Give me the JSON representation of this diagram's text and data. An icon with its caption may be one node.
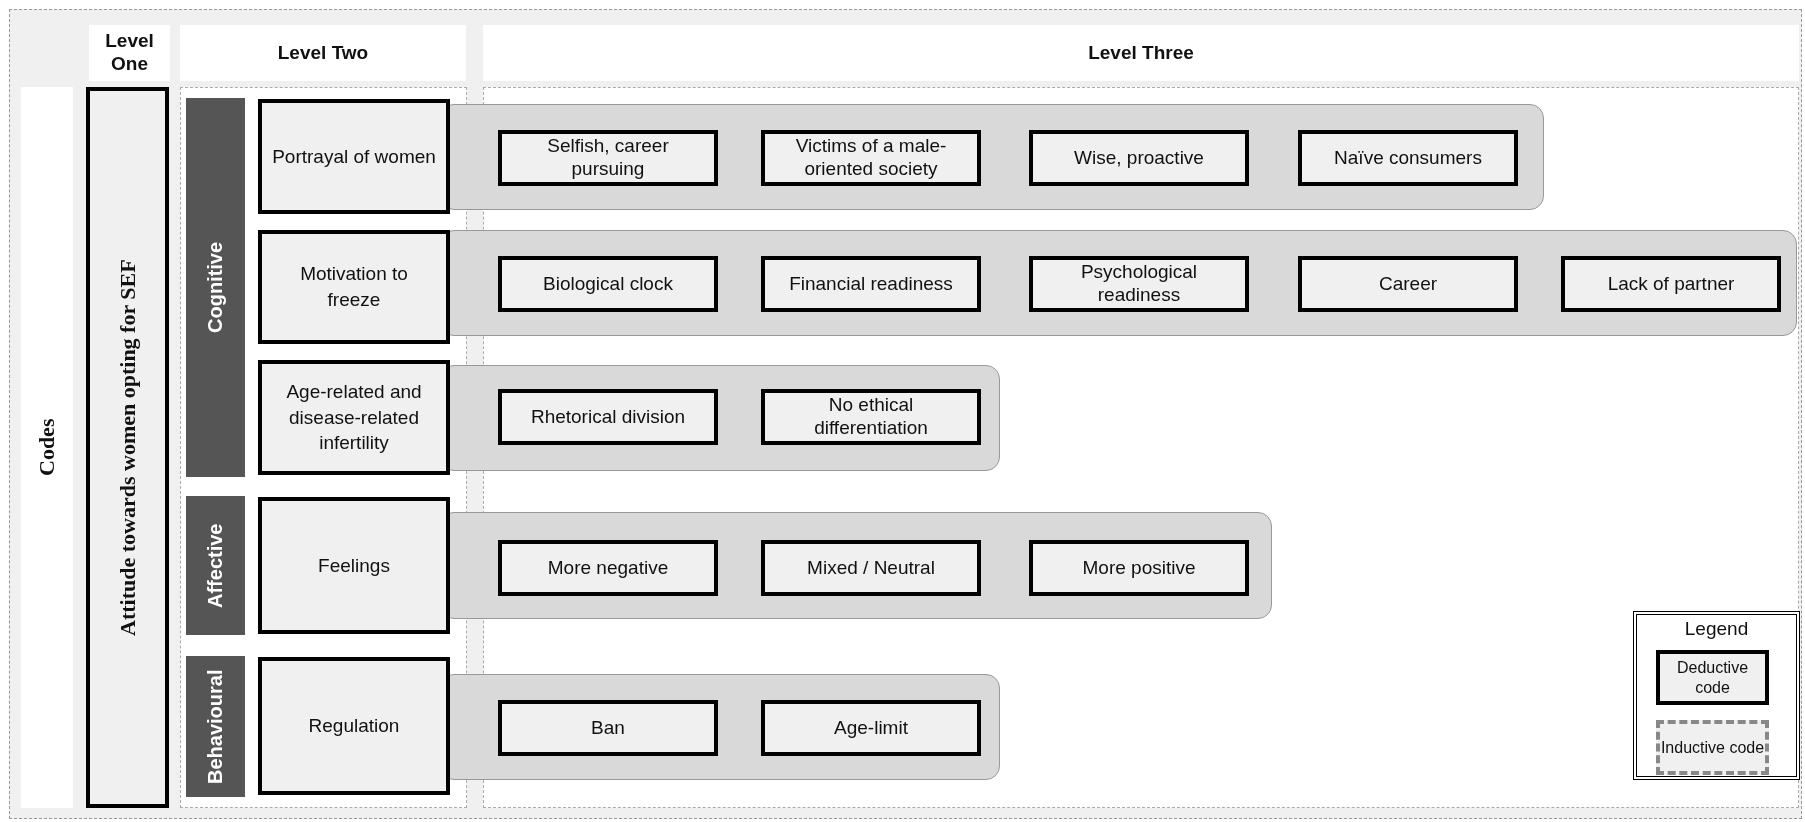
{
  "diagram": {
    "nodes": [
      {
        "text": [
          "Level One"
        ]
      },
      {
        "text": [
          "Level Two"
        ]
      },
      {
        "text": [
          "Level Three"
        ]
      },
      {
        "text": [
          "Codes"
        ]
      },
      {
        "text": [
          "Attitude towards women opting for SEF"
        ]
      },
      {
        "text": [
          "Cognitive"
        ]
      },
      {
        "text": [
          "Portrayal of women"
        ]
      },
      {
        "text": [
          "Selfish, career pursuing"
        ]
      },
      {
        "text": [
          "Victims of a male-oriented society"
        ]
      },
      {
        "text": [
          "Wise, proactive"
        ]
      },
      {
        "text": [
          "Naïve consumers"
        ]
      },
      {
        "text": [
          "Motivation to freeze"
        ]
      },
      {
        "text": [
          "Biological clock"
        ]
      },
      {
        "text": [
          "Financial readiness"
        ]
      },
      {
        "text": [
          "Psychological readiness"
        ]
      },
      {
        "text": [
          "Career"
        ]
      },
      {
        "text": [
          "Lack of partner"
        ]
      },
      {
        "text": [
          "Age-related and disease-related infertility"
        ]
      },
      {
        "text": [
          "Rhetorical division"
        ]
      },
      {
        "text": [
          "No ethical differentiation"
        ]
      },
      {
        "text": [
          "Affective"
        ]
      },
      {
        "text": [
          "Feelings"
        ]
      },
      {
        "text": [
          "More negative"
        ]
      },
      {
        "text": [
          "Mixed / Neutral"
        ]
      },
      {
        "text": [
          "More positive"
        ]
      },
      {
        "text": [
          "Behavioural"
        ]
      },
      {
        "text": [
          "Regulation"
        ]
      },
      {
        "text": [
          "Ban"
        ]
      },
      {
        "text": [
          "Age-limit"
        ]
      }
    ],
    "labels": [
      "Legend"
    ],
    "legend": [
      {
        "text": "Deductive code"
      },
      {
        "text": "Inductive code"
      }
    ]
  }
}
